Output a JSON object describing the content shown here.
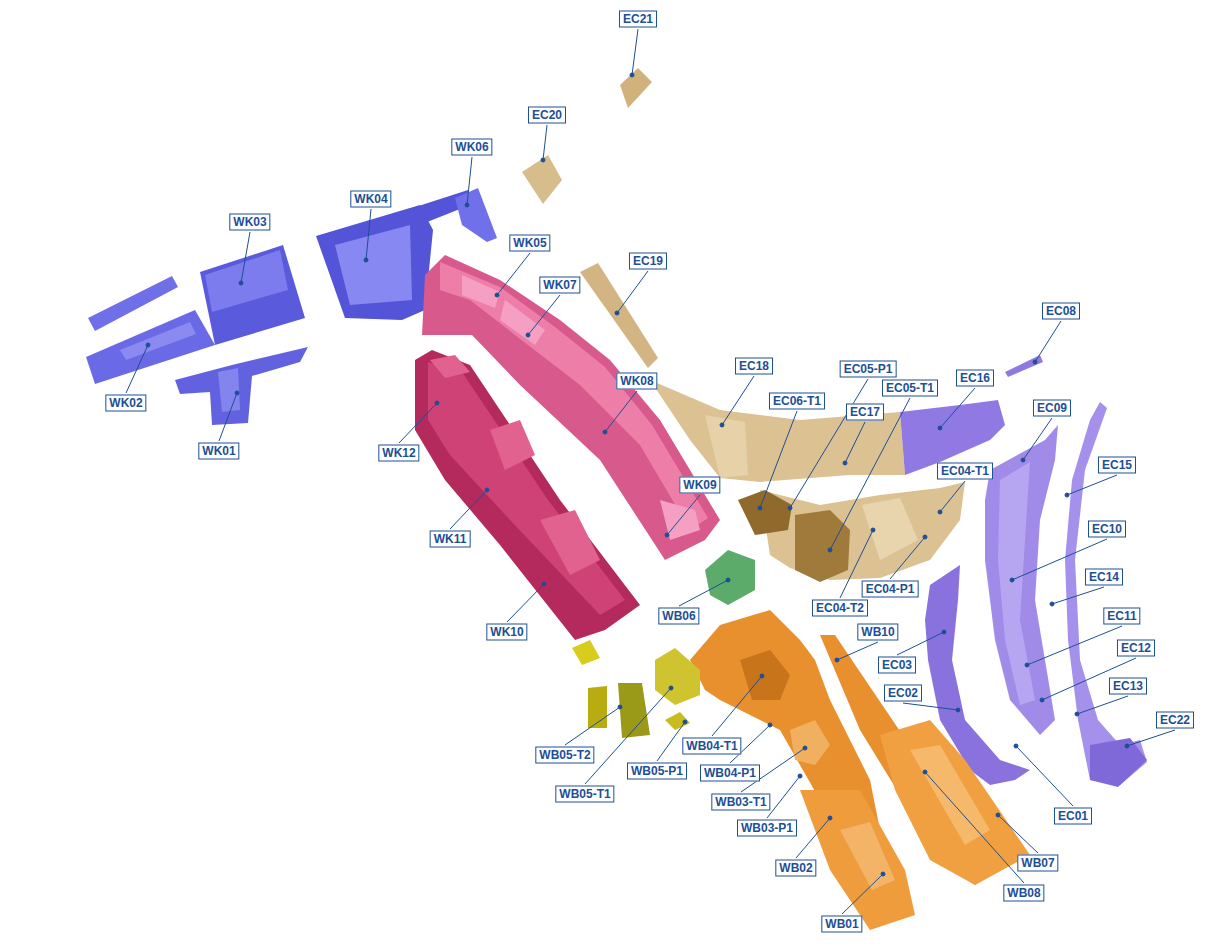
{
  "diagram": {
    "nodes": [
      {
        "text": [
          "EC21"
        ]
      },
      {
        "text": [
          "EC20"
        ]
      },
      {
        "text": [
          "WK06"
        ]
      },
      {
        "text": [
          "WK04"
        ]
      },
      {
        "text": [
          "WK03"
        ]
      },
      {
        "text": [
          "WK05"
        ]
      },
      {
        "text": [
          "EC19"
        ]
      },
      {
        "text": [
          "WK07"
        ]
      },
      {
        "text": [
          "EC08"
        ]
      },
      {
        "text": [
          "EC18"
        ]
      },
      {
        "text": [
          "EC05-P1"
        ]
      },
      {
        "text": [
          "EC16"
        ]
      },
      {
        "text": [
          "EC05-T1"
        ]
      },
      {
        "text": [
          "WK08"
        ]
      },
      {
        "text": [
          "EC06-T1"
        ]
      },
      {
        "text": [
          "WK02"
        ]
      },
      {
        "text": [
          "EC09"
        ]
      },
      {
        "text": [
          "EC17"
        ]
      },
      {
        "text": [
          "WK01"
        ]
      },
      {
        "text": [
          "WK12"
        ]
      },
      {
        "text": [
          "EC15"
        ]
      },
      {
        "text": [
          "EC04-T1"
        ]
      },
      {
        "text": [
          "WK09"
        ]
      },
      {
        "text": [
          "EC10"
        ]
      },
      {
        "text": [
          "WK11"
        ]
      },
      {
        "text": [
          "EC14"
        ]
      },
      {
        "text": [
          "EC04-P1"
        ]
      },
      {
        "text": [
          "EC04-T2"
        ]
      },
      {
        "text": [
          "WB06"
        ]
      },
      {
        "text": [
          "EC11"
        ]
      },
      {
        "text": [
          "WK10"
        ]
      },
      {
        "text": [
          "WB10"
        ]
      },
      {
        "text": [
          "EC12"
        ]
      },
      {
        "text": [
          "EC03"
        ]
      },
      {
        "text": [
          "EC13"
        ]
      },
      {
        "text": [
          "EC02"
        ]
      },
      {
        "text": [
          "EC22"
        ]
      },
      {
        "text": [
          "WB04-T1"
        ]
      },
      {
        "text": [
          "WB05-T2"
        ]
      },
      {
        "text": [
          "WB05-P1"
        ]
      },
      {
        "text": [
          "WB04-P1"
        ]
      },
      {
        "text": [
          "WB05-T1"
        ]
      },
      {
        "text": [
          "WB03-T1"
        ]
      },
      {
        "text": [
          "EC01"
        ]
      },
      {
        "text": [
          "WB03-P1"
        ]
      },
      {
        "text": [
          "WB07"
        ]
      },
      {
        "text": [
          "WB02"
        ]
      },
      {
        "text": [
          "WB08"
        ]
      },
      {
        "text": [
          "WB01"
        ]
      }
    ]
  }
}
